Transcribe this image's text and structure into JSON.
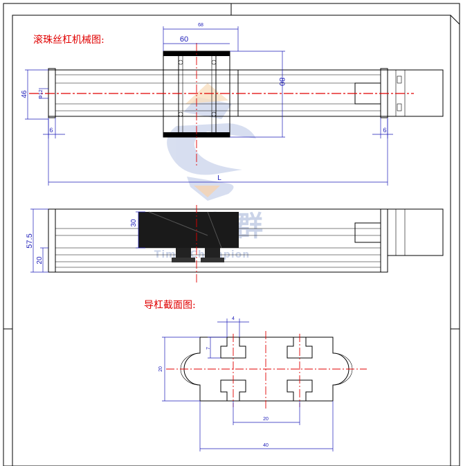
{
  "diagram": {
    "section_titles": {
      "ball_screw_mechanical": "滚珠丝杠机械图:",
      "guide_rail_section": "导杠截面图:"
    },
    "top_view_dims": {
      "width_68": "68",
      "width_60": "60",
      "height_80": "80",
      "height_46": "46",
      "dia_12": "Φ12",
      "left_6": "6",
      "right_6": "6",
      "length_L": "L"
    },
    "side_view_dims": {
      "height_57_5": "57.5",
      "height_20": "20",
      "height_30": "30"
    },
    "section_dims": {
      "slot_top_4": "4",
      "slot_side_7": "7",
      "height_20": "20",
      "spacing_20": "20",
      "width_40": "40"
    },
    "watermark": {
      "brand_cn": "时代超群",
      "brand_en": "TimesChampion"
    },
    "colors": {
      "centerline": "#e00000",
      "dimension": "#1a1ab8",
      "outline": "#000000",
      "watermark": "#9fb0d6"
    }
  }
}
